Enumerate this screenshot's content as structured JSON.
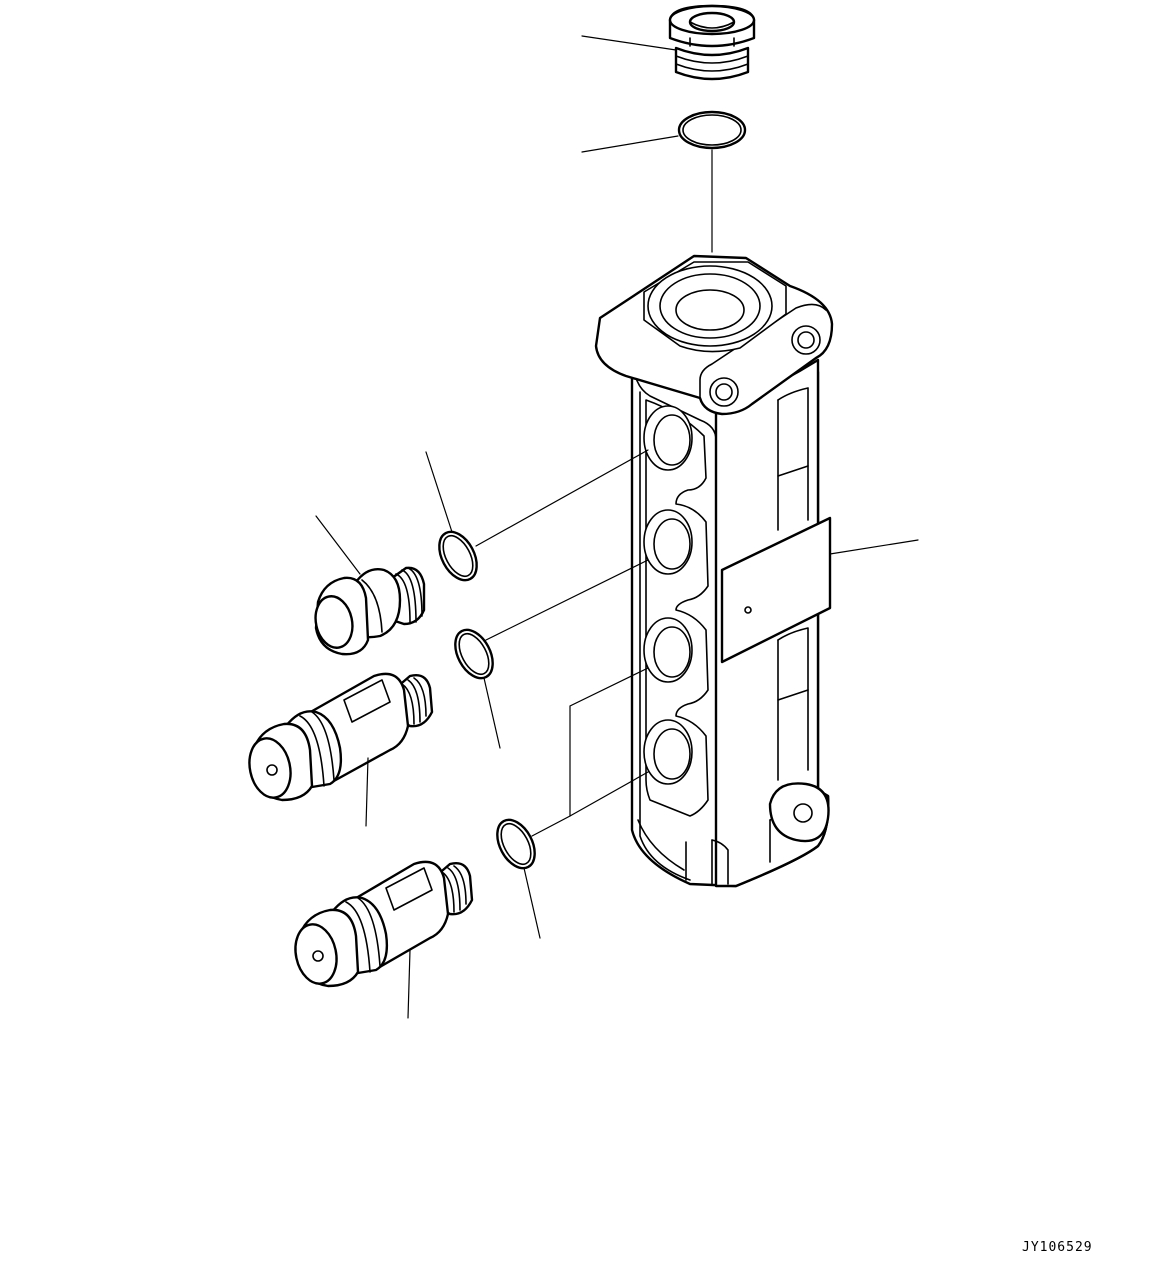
{
  "drawing": {
    "code": "JY106529",
    "parts": [
      {
        "name": "plug",
        "icon": "plug-icon"
      },
      {
        "name": "o-ring",
        "icon": "o-ring-icon"
      },
      {
        "name": "valve-housing",
        "icon": "valve-housing-icon"
      },
      {
        "name": "o-ring",
        "icon": "o-ring-icon"
      },
      {
        "name": "plug",
        "icon": "plug-icon"
      },
      {
        "name": "o-ring",
        "icon": "o-ring-icon"
      },
      {
        "name": "relief-valve",
        "icon": "relief-valve-icon"
      },
      {
        "name": "o-ring",
        "icon": "o-ring-icon"
      },
      {
        "name": "relief-valve",
        "icon": "relief-valve-icon"
      }
    ]
  }
}
